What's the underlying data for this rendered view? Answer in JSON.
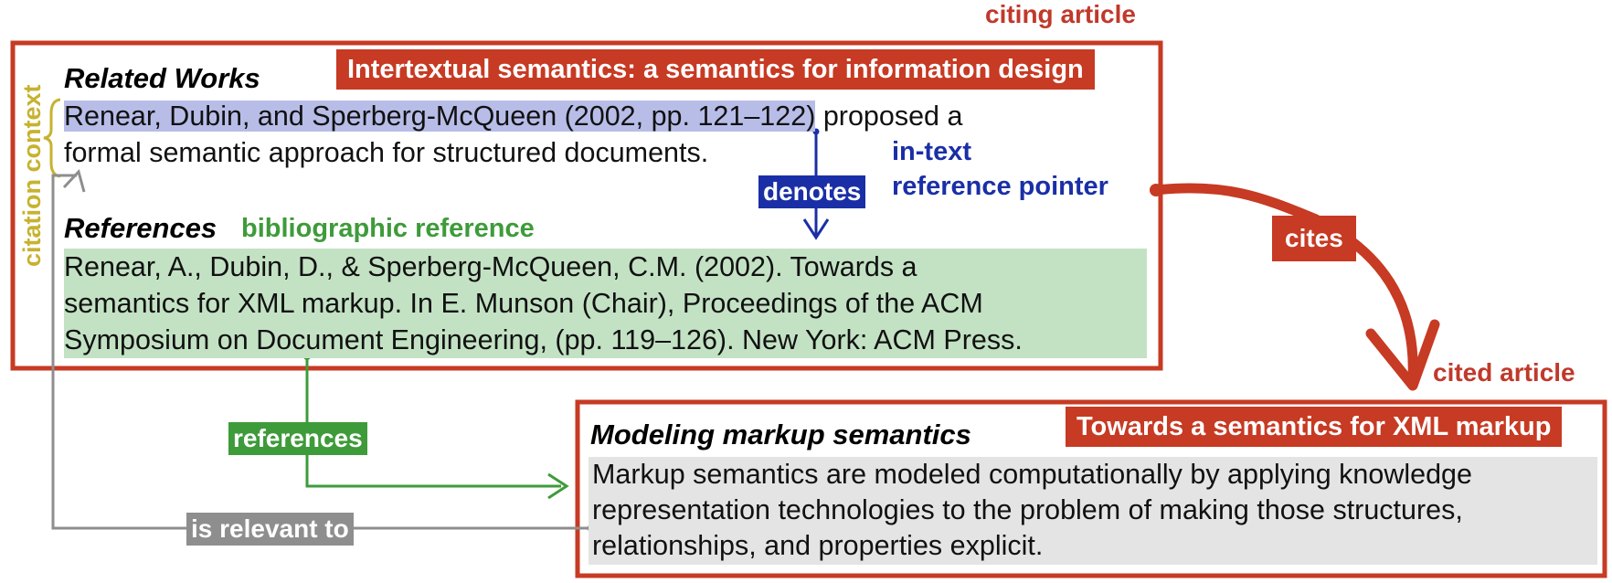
{
  "labels": {
    "citing_article": "citing article",
    "cited_article": "cited article",
    "citation_context": "citation context",
    "in_text_line1": "in-text",
    "in_text_line2": "reference pointer",
    "bibliographic_reference": "bibliographic reference"
  },
  "citing": {
    "title": "Intertextual semantics: a semantics for information design",
    "related_heading": "Related Works",
    "sentence_highlight": "Renear, Dubin, and Sperberg-McQueen (2002, pp. 121–122)",
    "sentence_rest": " proposed a",
    "sentence_line2": "formal semantic approach for structured documents.",
    "references_heading": "References",
    "ref_line1": "Renear, A., Dubin, D., & Sperberg-McQueen, C.M. (2002). Towards a",
    "ref_line2": "semantics for XML markup. In E. Munson (Chair), Proceedings of the ACM",
    "ref_line3": "Symposium on Document Engineering, (pp. 119–126). New York: ACM Press."
  },
  "cited": {
    "title": "Towards a semantics for XML markup",
    "heading": "Modeling markup semantics",
    "line1": "Markup semantics are modeled computationally by applying knowledge",
    "line2": "representation technologies to the problem of making those structures,",
    "line3": "relationships, and properties explicit."
  },
  "relations": {
    "denotes": "denotes",
    "cites": "cites",
    "references": "references",
    "is_relevant_to": "is relevant to"
  },
  "colors": {
    "red": "#c73a23",
    "blue": "#1a2fa6",
    "green": "#3e9b3a",
    "gray": "#8e8e8e",
    "gold": "#c7b230"
  }
}
